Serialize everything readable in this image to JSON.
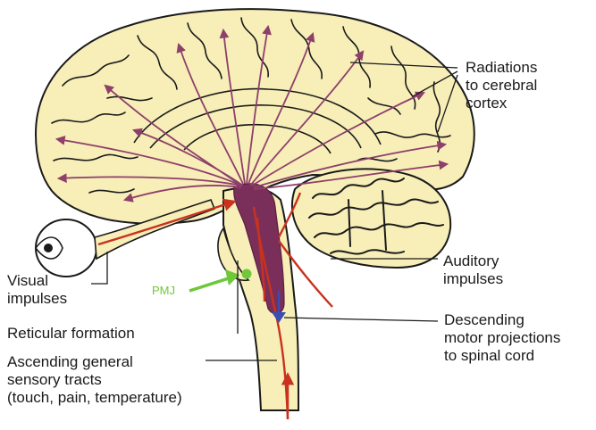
{
  "labels": {
    "radiations": [
      "Radiations",
      "to cerebral",
      "cortex"
    ],
    "visual": [
      "Visual",
      "impulses"
    ],
    "auditory": [
      "Auditory",
      "impulses"
    ],
    "reticular": "Reticular formation",
    "descending": [
      "Descending",
      "motor projections",
      "to spinal cord"
    ],
    "ascending": [
      "Ascending general",
      "sensory tracts",
      "(touch, pain, temperature)"
    ],
    "pmj": "PMJ"
  },
  "colors": {
    "brain_fill": "#f7eeb8",
    "outline": "#1a1a1a",
    "radiation_arrows": "#8e3f6a",
    "sensory_tracts": "#c8321e",
    "reticular_formation": "#7a2f5a",
    "pmj_marker": "#6fc83a",
    "descending_arrow": "#3b4db0"
  }
}
